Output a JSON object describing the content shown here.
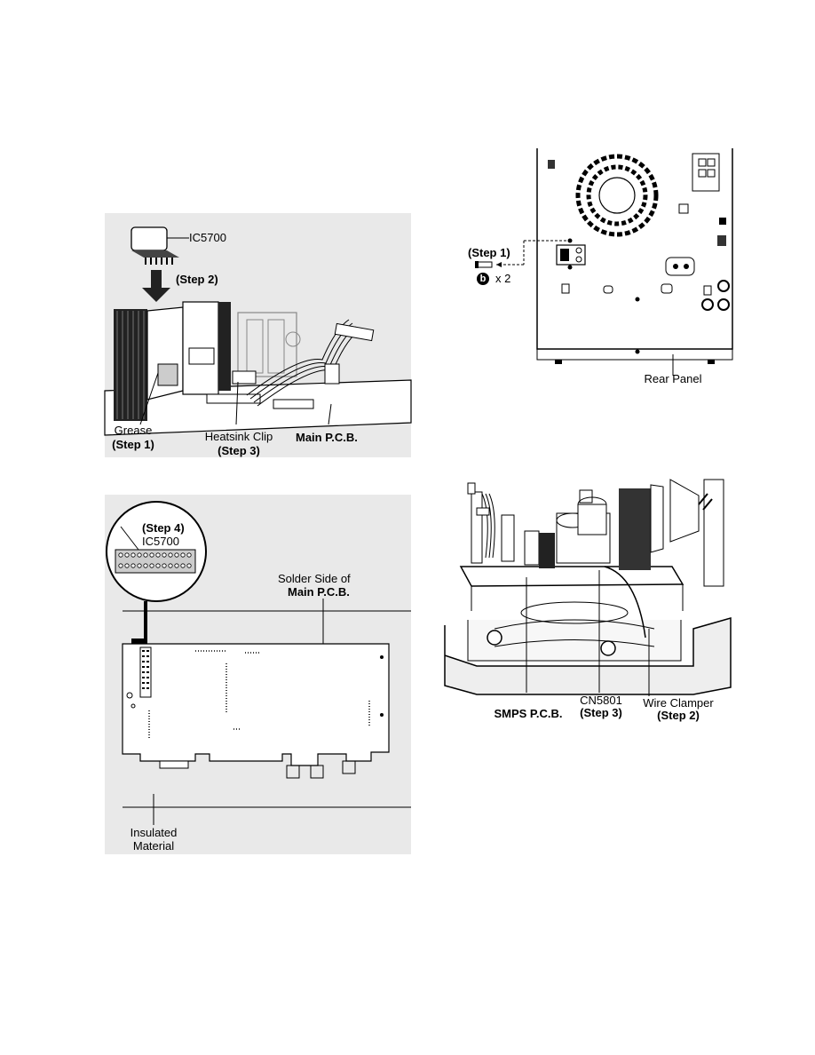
{
  "fig1": {
    "ic_label": "IC5700",
    "step2": "(Step 2)",
    "grease": "Grease",
    "grease_step": "(Step 1)",
    "clip": "Heatsink Clip",
    "clip_step": "(Step 3)",
    "pcb": "Main P.C.B."
  },
  "fig2": {
    "step1": "(Step 1)",
    "screw_letter": "b",
    "screw_qty": "x 2",
    "rear_panel": "Rear Panel"
  },
  "fig3": {
    "step4": "(Step 4)",
    "ic_label": "IC5700",
    "solder_side": "Solder Side of",
    "pcb": "Main P.C.B.",
    "insulated": "Insulated",
    "material": "Material"
  },
  "fig4": {
    "smps": "SMPS P.C.B.",
    "cn": "CN5801",
    "cn_step": "(Step 3)",
    "wire": "Wire Clamper",
    "wire_step": "(Step 2)"
  }
}
